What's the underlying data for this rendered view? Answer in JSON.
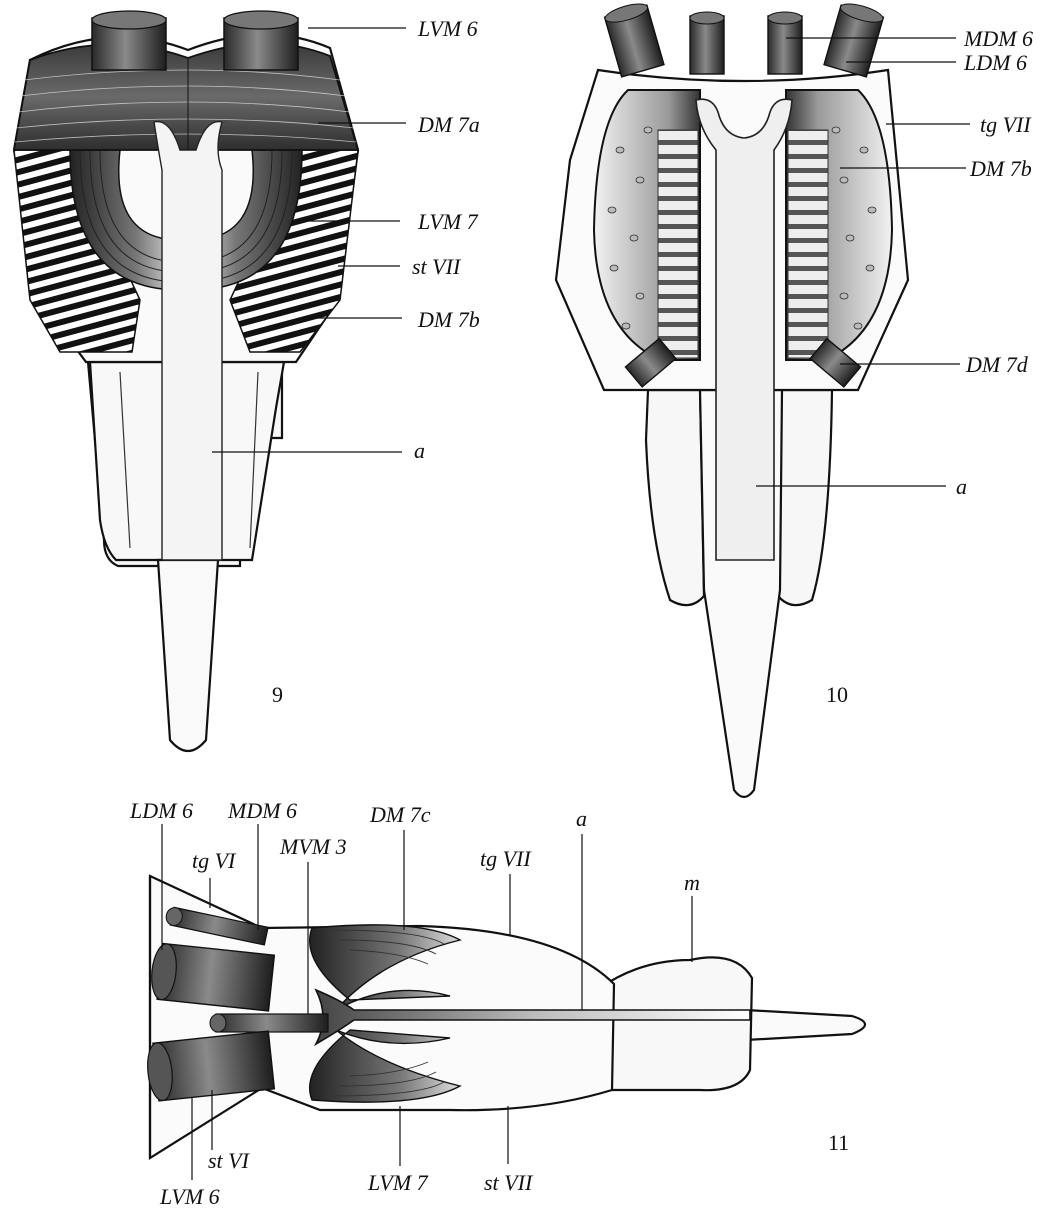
{
  "figures": [
    {
      "number": "9",
      "labels": [
        "LVM 6",
        "DM 7a",
        "LVM 7",
        "st VII",
        "DM 7b",
        "a"
      ]
    },
    {
      "number": "10",
      "labels": [
        "MDM 6",
        "LDM 6",
        "tg VII",
        "DM 7b",
        "DM 7d",
        "a"
      ]
    },
    {
      "number": "11",
      "labels": [
        "LDM 6",
        "MDM 6",
        "tg VI",
        "MVM 3",
        "DM 7c",
        "a",
        "tg VII",
        "m",
        "st VI",
        "LVM 6",
        "LVM 7",
        "st VII"
      ]
    }
  ]
}
